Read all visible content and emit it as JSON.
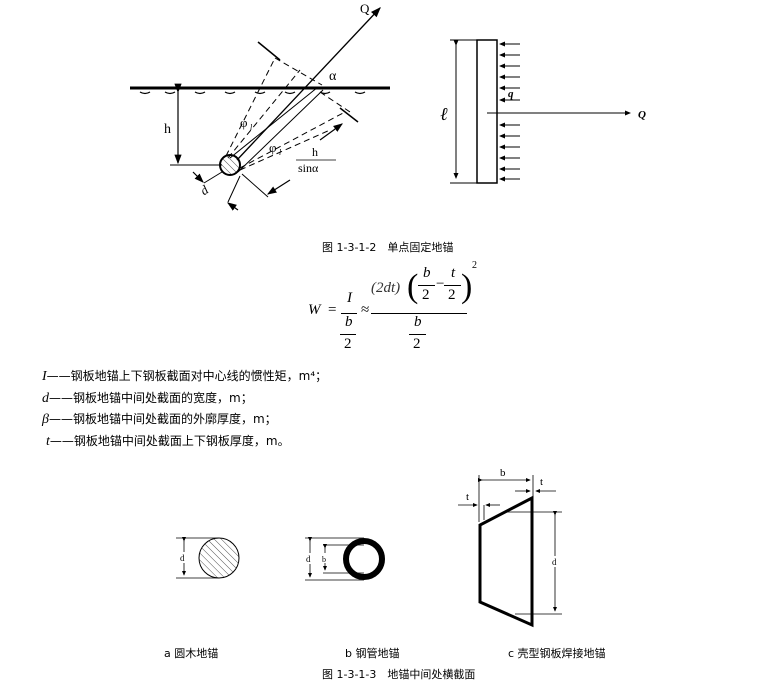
{
  "figure1": {
    "caption": "图 1-3-1-2　单点固定地锚",
    "labels": {
      "Q": "Q",
      "alpha": "α",
      "h": "h",
      "phi": "φ",
      "phi_sub": "l",
      "d": "d",
      "h_over": "h",
      "sin_alpha": "sinα",
      "ell": "ℓ",
      "q": "q",
      "Q2": "Q"
    }
  },
  "formula": {
    "W": "W",
    "eq": "=",
    "I": "I",
    "b": "b",
    "two": "2",
    "approx": "≈",
    "num": "(2dt)",
    "t": "t",
    "minus": "−",
    "sq": "2",
    "lparen": "(",
    "rparen": ")"
  },
  "definitions": [
    {
      "symbol": "I",
      "text": "——钢板地锚上下钢板截面对中心线的惯性矩，m⁴；"
    },
    {
      "symbol": "d",
      "text": "——钢板地锚中间处截面的宽度，m；"
    },
    {
      "symbol": "β",
      "text": "——钢板地锚中间处截面的外廓厚度，m；"
    },
    {
      "symbol": "t",
      "text": "——钢板地锚中间处截面上下钢板厚度，m。"
    }
  ],
  "figure2": {
    "caption": "图 1-3-1-3　地锚中间处横截面",
    "subcaptions": [
      "a 圆木地锚",
      "b 钢管地锚",
      "c 壳型钢板焊接地锚"
    ],
    "labels": {
      "d": "d",
      "b": "b",
      "t": "t"
    }
  }
}
